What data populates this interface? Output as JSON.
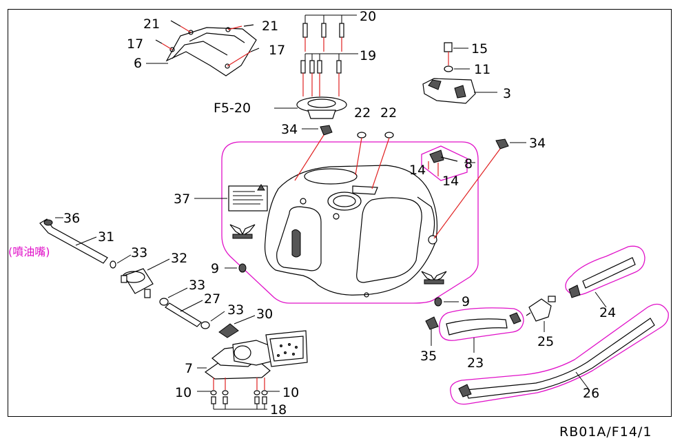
{
  "footer_code": "RB01A/F14/1",
  "nozzle_note": "(噴油嘴)",
  "labels": {
    "p21a": "21",
    "p21b": "21",
    "p17a": "17",
    "p17b": "17",
    "p6": "6",
    "p20top": "20",
    "p19": "19",
    "pF520": "F5-20",
    "p15": "15",
    "p11": "11",
    "p3": "3",
    "p34a": "34",
    "p22a": "22",
    "p22b": "22",
    "p34b": "34",
    "p8": "8",
    "p14a": "14",
    "p14b": "14",
    "p37": "37",
    "p36": "36",
    "p31": "31",
    "p33a": "33",
    "p32": "32",
    "p9a": "9",
    "p33b": "33",
    "p27": "27",
    "p33c": "33",
    "p30": "30",
    "p7": "7",
    "p10a": "10",
    "p10b": "10",
    "p18": "18",
    "p9b": "9",
    "p35": "35",
    "p23": "23",
    "p25": "25",
    "p24": "24",
    "p26": "26"
  }
}
